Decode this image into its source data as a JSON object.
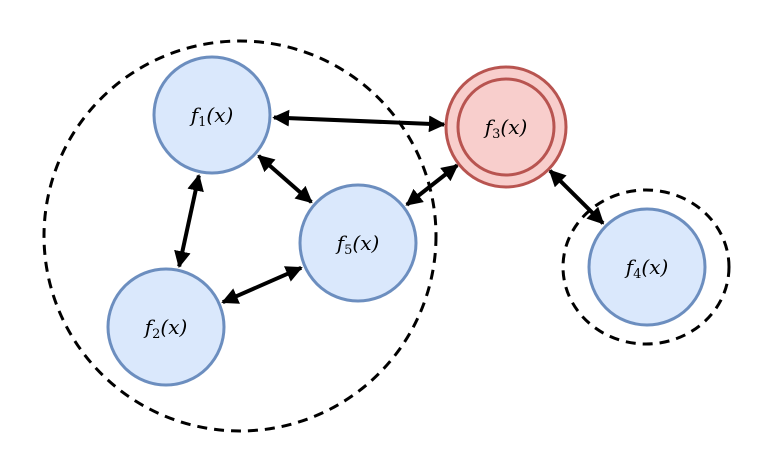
{
  "colors": {
    "node_fill": "#dae8fc",
    "node_stroke": "#6c8ebf",
    "highlight_fill": "#f8cecc",
    "highlight_stroke": "#b85450",
    "edge": "#000000",
    "group_border": "#000000"
  },
  "nodes": [
    {
      "id": "f1",
      "name": "f",
      "index": "1",
      "arg": "(x)",
      "style": "normal"
    },
    {
      "id": "f2",
      "name": "f",
      "index": "2",
      "arg": "(x)",
      "style": "normal"
    },
    {
      "id": "f3",
      "name": "f",
      "index": "3",
      "arg": "(x)",
      "style": "highlight"
    },
    {
      "id": "f4",
      "name": "f",
      "index": "4",
      "arg": "(x)",
      "style": "normal"
    },
    {
      "id": "f5",
      "name": "f",
      "index": "5",
      "arg": "(x)",
      "style": "normal"
    }
  ],
  "edges": [
    {
      "from": "f1",
      "to": "f3",
      "arrows": "both"
    },
    {
      "from": "f1",
      "to": "f2",
      "arrows": "both"
    },
    {
      "from": "f1",
      "to": "f5",
      "arrows": "both"
    },
    {
      "from": "f2",
      "to": "f5",
      "arrows": "both"
    },
    {
      "from": "f5",
      "to": "f3",
      "arrows": "both"
    },
    {
      "from": "f3",
      "to": "f4",
      "arrows": "both"
    }
  ],
  "groups": [
    {
      "id": "group-a",
      "members": [
        "f1",
        "f2",
        "f5"
      ],
      "border": "dashed"
    },
    {
      "id": "group-b",
      "members": [
        "f4"
      ],
      "border": "dashed"
    }
  ]
}
